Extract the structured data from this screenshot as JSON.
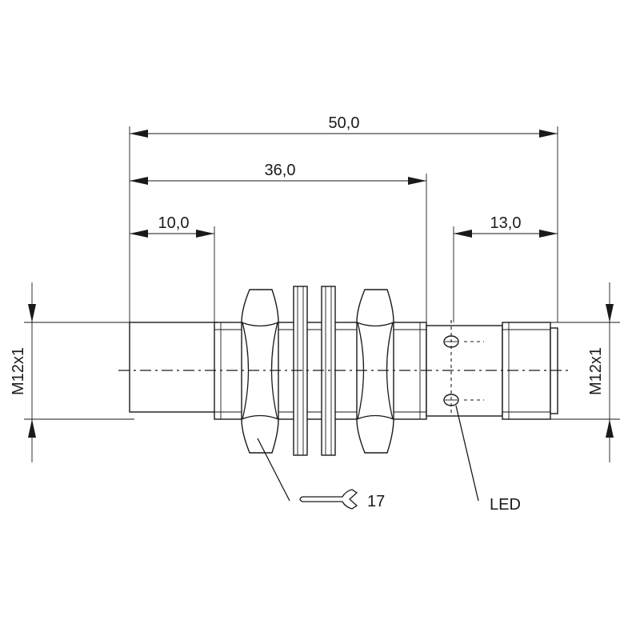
{
  "dimensions": {
    "overall_length": "50,0",
    "length_to_led_section": "36,0",
    "sensing_face_length": "10,0",
    "connector_length": "13,0",
    "thread_left": "M12x1",
    "thread_right": "M12x1"
  },
  "callouts": {
    "wrench_size": "17",
    "led": "LED"
  },
  "icons": {
    "wrench": "wrench-icon"
  }
}
